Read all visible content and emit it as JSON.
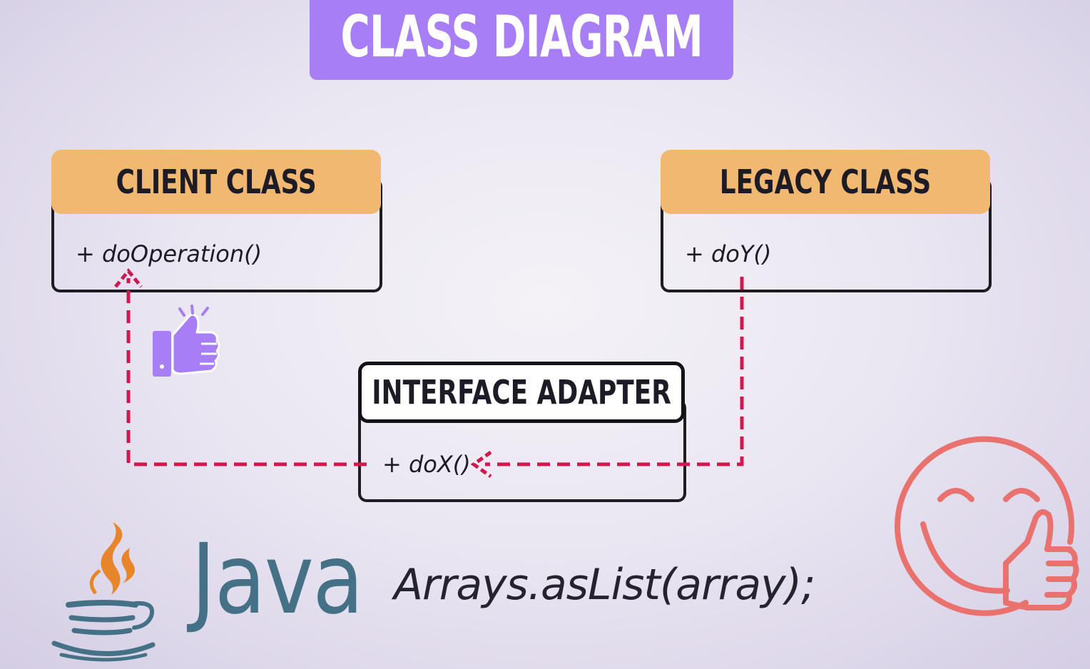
{
  "title": "CLASS DIAGRAM",
  "client_class": {
    "name": "CLIENT CLASS",
    "method": "+ doOperation()"
  },
  "legacy_class": {
    "name": "LEGACY CLASS",
    "method": "+ doY()"
  },
  "adapter_class": {
    "name": "INTERFACE ADAPTER",
    "method": "+ doX()"
  },
  "java_logo_text": "Java",
  "code_example": "Arrays.asList(array);",
  "colors": {
    "title_banner": "#a77ef6",
    "class_header": "#f1b872",
    "arrow": "#d0174e",
    "thumbs_icon": "#a77ef6",
    "smiley_icon": "#e9726e",
    "java_text": "#457186",
    "java_cup": "#457186",
    "java_steam": "#e7852a"
  },
  "icons": [
    "thumbs-up-icon",
    "smiley-thumbs-up-icon",
    "java-cup-icon"
  ]
}
